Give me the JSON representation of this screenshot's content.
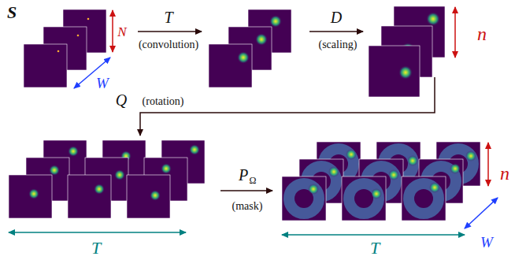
{
  "diagram": {
    "labels": [
      "S",
      "N",
      "W",
      "T",
      "(convolution)",
      "D",
      "(scaling)",
      "n",
      "Q",
      "(rotation)",
      "T",
      "P",
      "Ω",
      "(mask)",
      "n",
      "W",
      "T"
    ]
  }
}
